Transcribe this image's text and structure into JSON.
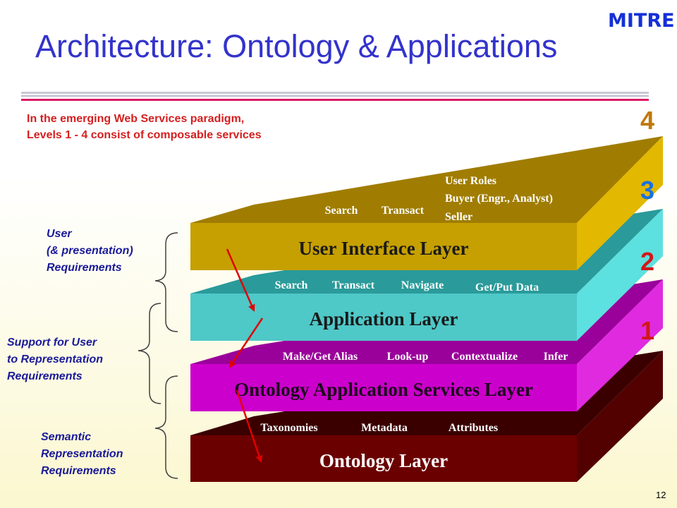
{
  "logo": "MITRE",
  "title": "Architecture: Ontology & Applications",
  "intro": [
    "In the emerging Web Services paradigm,",
    "Levels 1 - 4 consist of composable services"
  ],
  "levels": [
    "4",
    "3",
    "2",
    "1"
  ],
  "layers": {
    "ui": {
      "name": "User Interface Layer",
      "services": [
        "Search",
        "Transact"
      ],
      "roles": [
        "User Roles",
        "Buyer (Engr., Analyst)",
        "Seller"
      ]
    },
    "application": {
      "name": "Application Layer",
      "services": [
        "Search",
        "Transact",
        "Navigate",
        "Get/Put Data"
      ]
    },
    "ontology_services": {
      "name": "Ontology Application Services Layer",
      "services": [
        "Make/Get Alias",
        "Look-up",
        "Contextualize",
        "Infer"
      ]
    },
    "ontology": {
      "name": "Ontology Layer",
      "services": [
        "Taxonomies",
        "Metadata",
        "Attributes"
      ]
    }
  },
  "requirements": {
    "user": [
      "User",
      "(& presentation)",
      "Requirements"
    ],
    "support": [
      "Support for User",
      "to Representation",
      "Requirements"
    ],
    "semantic": [
      "Semantic",
      "Representation",
      "Requirements"
    ]
  },
  "colors": {
    "title": "#3333cc",
    "intro": "#d42020",
    "requirements": "#1a1a99",
    "level4": "#c07808",
    "level3": "#1a70e0",
    "level2": "#d01818",
    "level1": "#d01818",
    "ui_front": "#c6a000",
    "ui_top": "#a07d00",
    "app_front": "#4fc8c8",
    "app_top": "#2a9a9a",
    "oas_front": "#cc00cc",
    "oas_top": "#9a009a",
    "ont_front": "#6b0000",
    "ont_top": "#3a0000",
    "arrow": "#e00000"
  },
  "page_number": "12"
}
